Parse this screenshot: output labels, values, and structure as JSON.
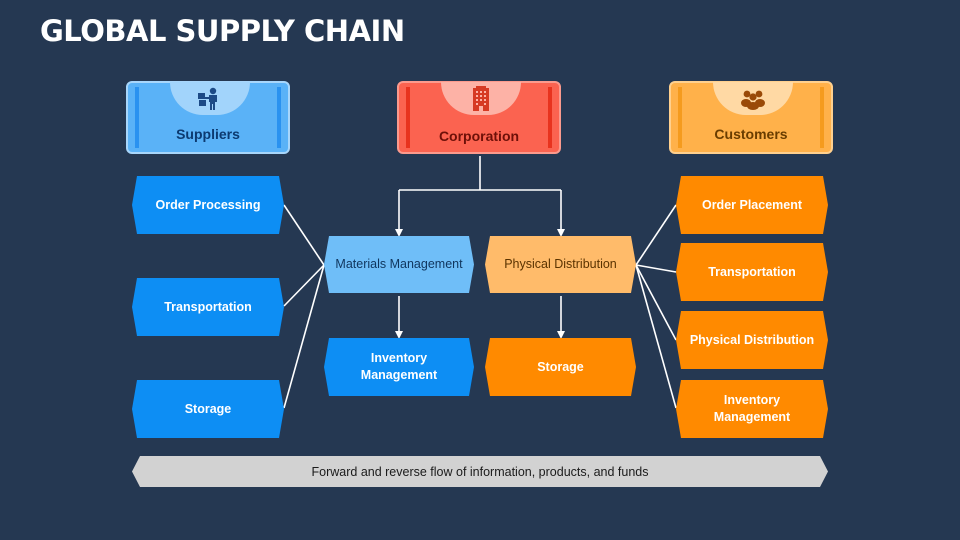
{
  "title": "GLOBAL SUPPLY CHAIN",
  "colors": {
    "background": "#253852",
    "supplier_blue": "#0d8ef4",
    "corporation_red": "#fb6350",
    "customer_orange": "#ff8a00",
    "connector": "#ffffff"
  },
  "headers": {
    "suppliers": {
      "label": "Suppliers",
      "icon": "supplier-person-boxes-icon"
    },
    "corporation": {
      "label": "Corporation",
      "icon": "office-building-icon"
    },
    "customers": {
      "label": "Customers",
      "icon": "people-group-icon"
    }
  },
  "supplier_items": [
    "Order Processing",
    "Transportation",
    "Storage"
  ],
  "center": {
    "materials_management": "Materials Management",
    "physical_distribution": "Physical Distribution",
    "inventory_management": "Inventory Management",
    "storage": "Storage"
  },
  "customer_items": [
    "Order Placement",
    "Transportation",
    "Physical Distribution",
    "Inventory Management"
  ],
  "footer": "Forward and reverse flow of information, products, and funds"
}
